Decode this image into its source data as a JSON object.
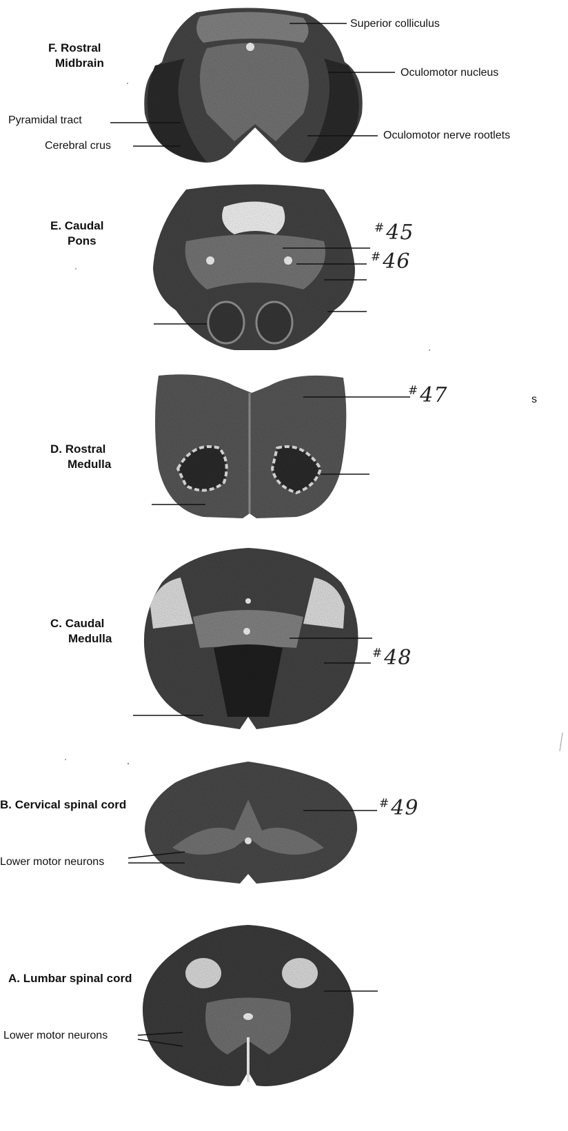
{
  "labels": {
    "superior_colliculus": "Superior colliculus",
    "oculomotor_nucleus": "Oculomotor nucleus",
    "pyramidal_tract": "Pyramidal tract",
    "oculomotor_nerve_rootlets": "Oculomotor nerve rootlets",
    "cerebral_crus": "Cerebral crus",
    "lower_motor_neurons_b": "Lower motor neurons",
    "lower_motor_neurons_a": "Lower motor neurons",
    "stray_letter": "s"
  },
  "sections": {
    "f_line1": "F. Rostral",
    "f_line2": "Midbrain",
    "e_line1": "E. Caudal",
    "e_line2": "Pons",
    "d_line1": "D. Rostral",
    "d_line2": "Medulla",
    "c_line1": "C. Caudal",
    "c_line2": "Medulla",
    "b": "B. Cervical spinal cord",
    "a": "A. Lumbar spinal cord"
  },
  "handwritten": {
    "hash": "#",
    "n45": "45",
    "n46": "46",
    "n47": "47",
    "n48": "48",
    "n49": "49"
  },
  "colors": {
    "tissue_dark": "#3a3a3a",
    "tissue_mid": "#6e6e6e",
    "tissue_light": "#9a9a9a",
    "white_matter_pale": "#e6e6e6"
  }
}
